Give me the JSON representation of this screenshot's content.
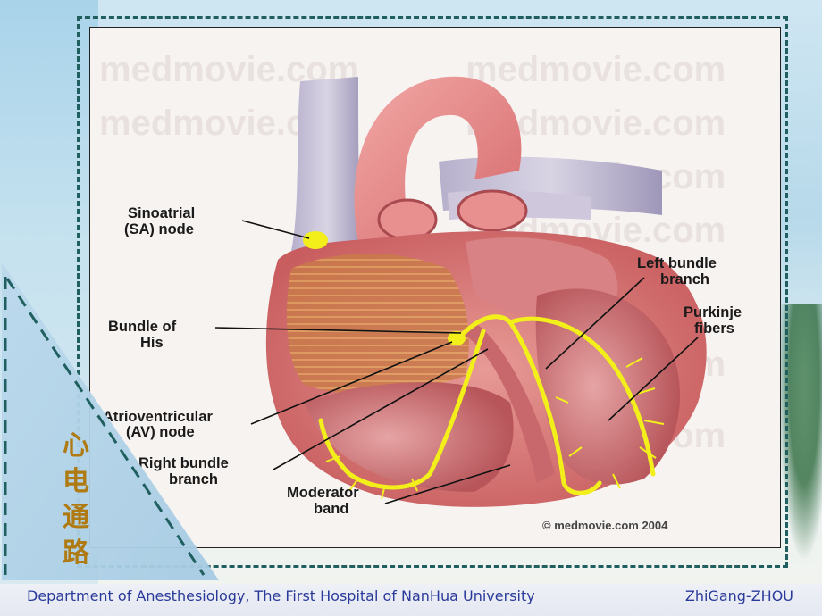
{
  "slide": {
    "title_chars": [
      "心",
      "电",
      "通",
      "路"
    ]
  },
  "diagram": {
    "watermark": "medmovie.com",
    "copyright": "© medmovie.com 2004",
    "labels": {
      "sa_line1": "Sinoatrial",
      "sa_line2": "(SA) node",
      "his_line1": "Bundle of",
      "his_line2": "His",
      "av_line1": "Atrioventricular",
      "av_line2": "(AV) node",
      "rbb_line1": "Right bundle",
      "rbb_line2": "branch",
      "mod_line1": "Moderator",
      "mod_line2": "band",
      "lbb_line1": "Left bundle",
      "lbb_line2": "branch",
      "pur_line1": "Purkinje",
      "pur_line2": "fibers"
    }
  },
  "footer": {
    "department": "Department of Anesthesiology, The First Hospital of NanHua University",
    "author": "ZhiGang-ZHOU"
  },
  "colors": {
    "frame": "#1f5f5f",
    "title": "#b07a12",
    "footer_text": "#2a3a9a",
    "conduction": "#f2ef1a"
  }
}
